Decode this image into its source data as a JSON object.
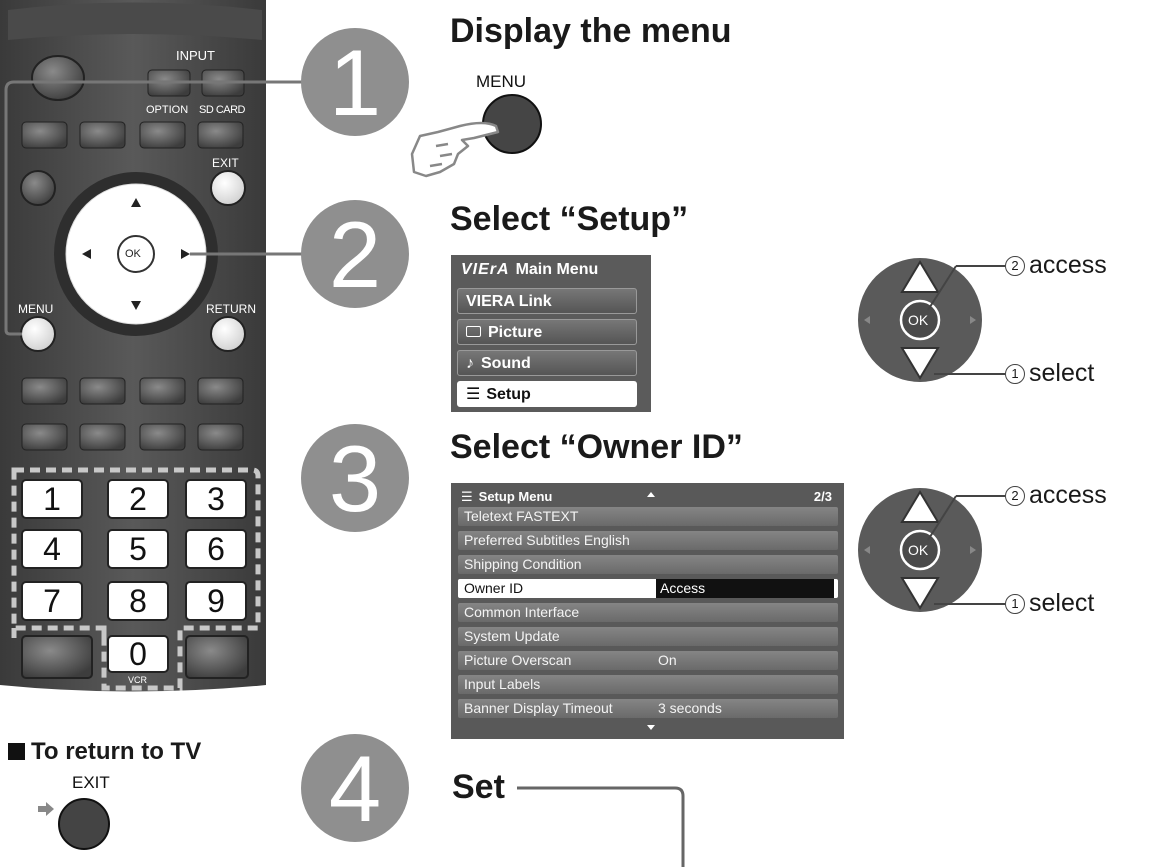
{
  "remote": {
    "input_label": "INPUT",
    "option_label": "OPTION",
    "sdcard_label": "SD CARD",
    "exit_label": "EXIT",
    "ok_label": "OK",
    "menu_label": "MENU",
    "return_label": "RETURN",
    "numbers": [
      "1",
      "2",
      "3",
      "4",
      "5",
      "6",
      "7",
      "8",
      "9",
      "0"
    ],
    "vcr_label": "VCR"
  },
  "return_to_tv": {
    "title": "To return to TV",
    "exit_label": "EXIT"
  },
  "steps": [
    {
      "number": "1",
      "title": "Display the menu",
      "button_label": "MENU"
    },
    {
      "number": "2",
      "title": "Select “Setup”"
    },
    {
      "number": "3",
      "title": "Select “Owner ID”"
    },
    {
      "number": "4",
      "title": "Set"
    }
  ],
  "main_menu": {
    "brand": "VIErA",
    "title": "Main Menu",
    "items": [
      "VIERA Link",
      "Picture",
      "Sound",
      "Setup"
    ],
    "selected": "Setup"
  },
  "setup_menu": {
    "title": "Setup Menu",
    "page": "2/3",
    "rows": [
      {
        "name": "Teletext FASTEXT",
        "value": ""
      },
      {
        "name": "Preferred Subtitles English",
        "value": ""
      },
      {
        "name": "Shipping Condition",
        "value": ""
      },
      {
        "name": "Owner ID",
        "value": "Access"
      },
      {
        "name": "Common Interface",
        "value": ""
      },
      {
        "name": "System Update",
        "value": ""
      },
      {
        "name": "Picture Overscan",
        "value": "On"
      },
      {
        "name": "Input Labels",
        "value": ""
      },
      {
        "name": "Banner Display Timeout",
        "value": "3 seconds"
      }
    ],
    "selected": "Owner ID"
  },
  "dpad_callouts": {
    "access_num": "2",
    "access": "access",
    "select_num": "1",
    "select": "select",
    "ok": "OK"
  }
}
